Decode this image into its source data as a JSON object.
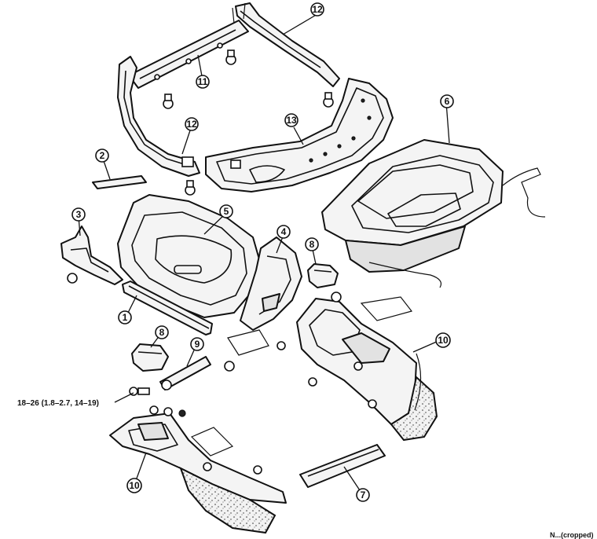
{
  "callouts": {
    "c1": "1",
    "c2": "2",
    "c3": "3",
    "c4": "4",
    "c5": "5",
    "c6": "6",
    "c7": "7",
    "c8a": "8",
    "c8b": "8",
    "c9": "9",
    "c10a": "10",
    "c10b": "10",
    "c11": "11",
    "c12a": "12",
    "c12b": "12",
    "c13": "13"
  },
  "torque_spec": "18–26 (1.8–2.7, 14–19)",
  "figure_code": "N...(cropped)"
}
